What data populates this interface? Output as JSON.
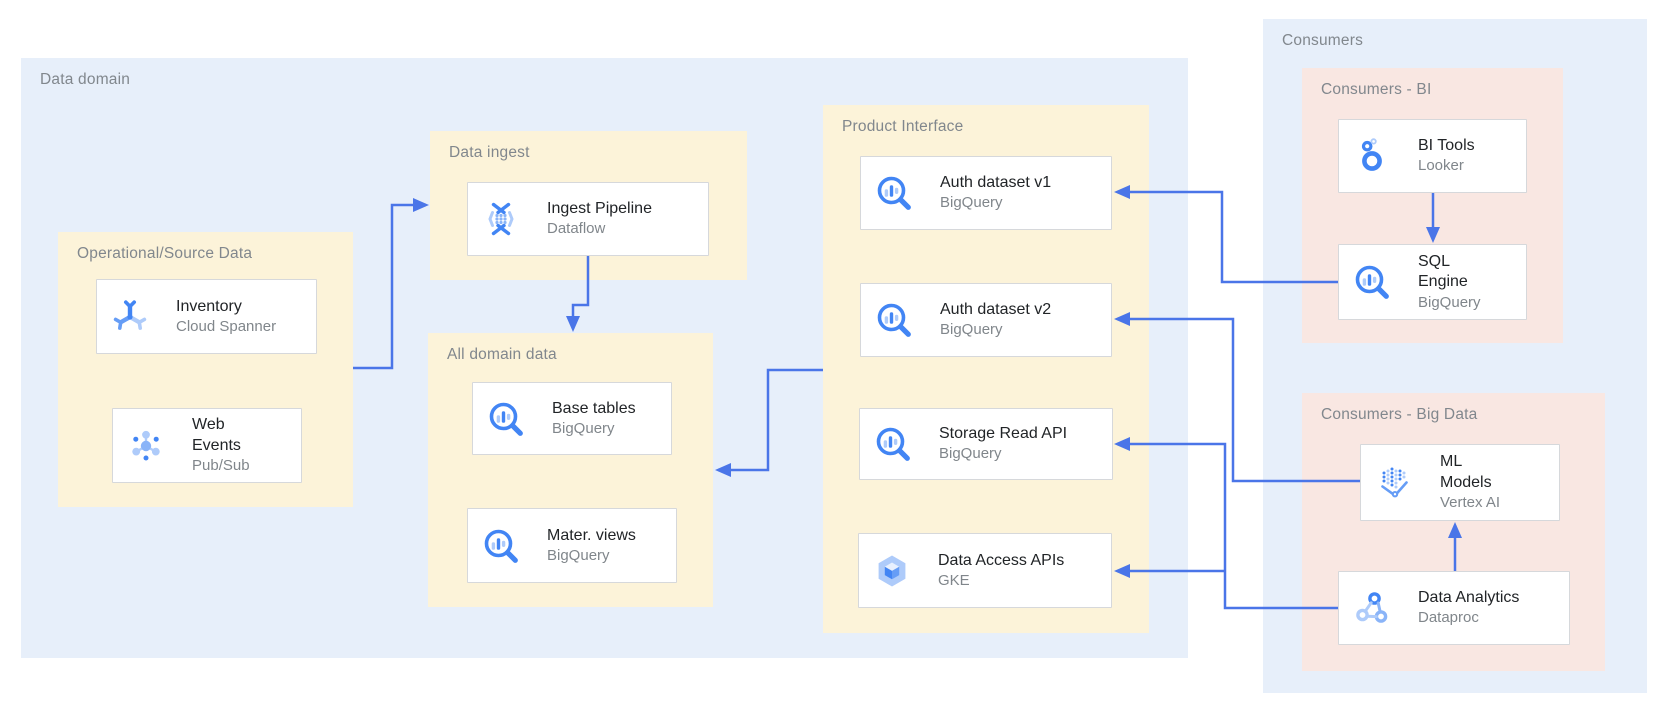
{
  "labels": {
    "data_domain": "Data domain",
    "op_source": "Operational/Source Data",
    "data_ingest": "Data ingest",
    "all_domain": "All domain data",
    "product_interface": "Product Interface",
    "consumers": "Consumers",
    "consumers_bi": "Consumers - BI",
    "consumers_bigdata": "Consumers - Big Data"
  },
  "nodes": {
    "inventory": {
      "title": "Inventory",
      "subtitle": "Cloud Spanner",
      "icon": "cloud-spanner"
    },
    "web_events": {
      "title": "Web\nEvents",
      "subtitle": "Pub/Sub",
      "icon": "pubsub"
    },
    "ingest_pipeline": {
      "title": "Ingest Pipeline",
      "subtitle": "Dataflow",
      "icon": "dataflow"
    },
    "base_tables": {
      "title": "Base tables",
      "subtitle": "BigQuery",
      "icon": "bigquery"
    },
    "mater_views": {
      "title": "Mater. views",
      "subtitle": "BigQuery",
      "icon": "bigquery"
    },
    "auth_v1": {
      "title": "Auth dataset v1",
      "subtitle": "BigQuery",
      "icon": "bigquery"
    },
    "auth_v2": {
      "title": "Auth dataset v2",
      "subtitle": "BigQuery",
      "icon": "bigquery"
    },
    "storage_read": {
      "title": "Storage Read API",
      "subtitle": "BigQuery",
      "icon": "bigquery"
    },
    "data_access": {
      "title": "Data Access APIs",
      "subtitle": "GKE",
      "icon": "gke"
    },
    "bi_tools": {
      "title": "BI Tools",
      "subtitle": "Looker",
      "icon": "looker"
    },
    "sql_engine": {
      "title": "SQL\nEngine",
      "subtitle": "BigQuery",
      "icon": "bigquery"
    },
    "ml_models": {
      "title": "ML\nModels",
      "subtitle": "Vertex AI",
      "icon": "vertex-ai"
    },
    "data_analytics": {
      "title": "Data Analytics",
      "subtitle": "Dataproc",
      "icon": "dataproc"
    }
  },
  "edges": [
    {
      "from": "op_source",
      "to": "data_ingest"
    },
    {
      "from": "ingest_pipeline",
      "to": "all_domain"
    },
    {
      "from": "product_interface",
      "to": "all_domain"
    },
    {
      "from": "sql_engine",
      "to": "auth_v1"
    },
    {
      "from": "ml_models",
      "to": "auth_v2"
    },
    {
      "from": "data_analytics",
      "to": "storage_read"
    },
    {
      "from": "data_analytics",
      "to": "data_access"
    },
    {
      "from": "bi_tools",
      "to": "sql_engine"
    },
    {
      "from": "data_analytics",
      "to": "ml_models"
    }
  ],
  "colors": {
    "container_blue": "#e7effa",
    "group_yellow": "#fcf3d9",
    "group_pink": "#f9e7e2",
    "card_border": "#d6d8db",
    "arrow_blue": "#4a75e8",
    "zone_label_gray": "#81878d",
    "title_dark": "#212427",
    "subtitle_gray": "#80868b",
    "icon_blue": "#4285f4",
    "icon_light_blue": "#aecbfa"
  }
}
